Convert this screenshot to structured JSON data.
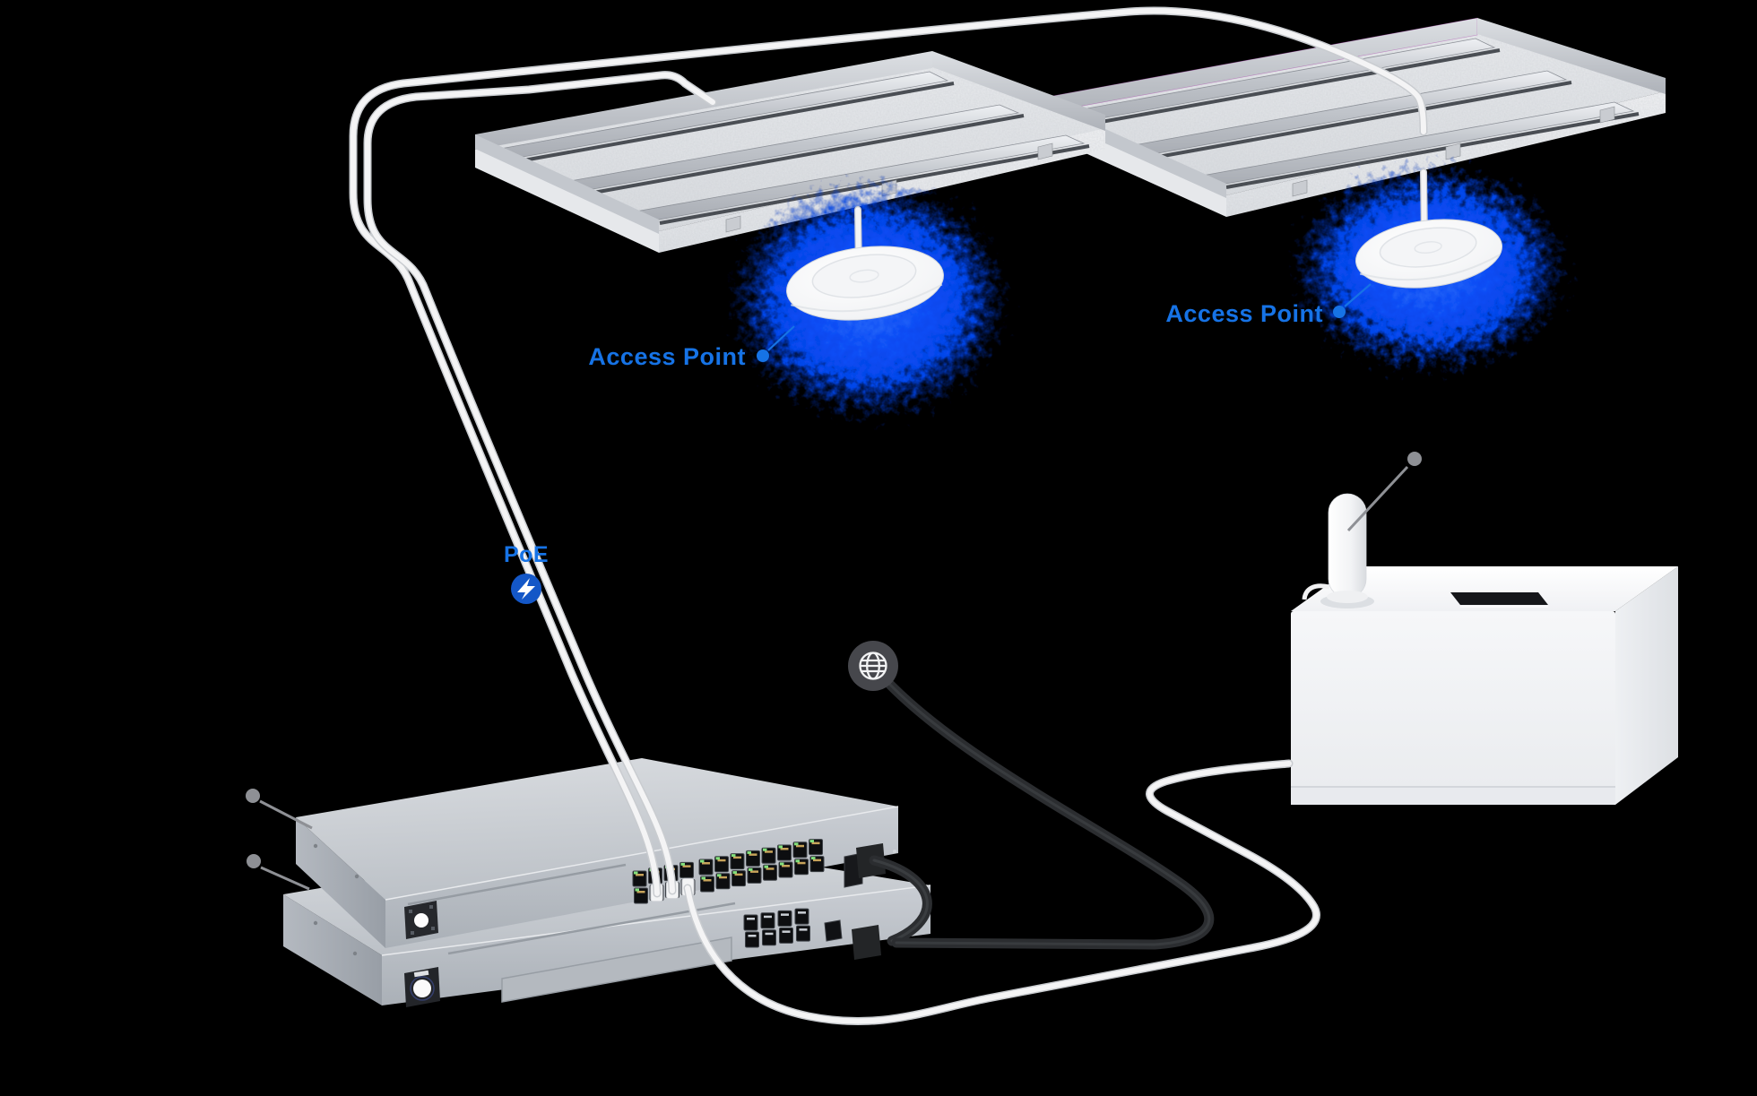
{
  "scene": {
    "type": "network-topology-illustration",
    "background": "#000000"
  },
  "labels": {
    "access_point_left": "Access Point",
    "access_point_right": "Access Point",
    "poe": "PoE"
  },
  "colors": {
    "accent_blue": "#1673e6",
    "poe_badge_blue": "#1457c7",
    "glow_blue": "#0b4df5",
    "callout_gray": "#8e9095",
    "internet_badge_gray": "#46474c",
    "cable_white": "#f4f4f5",
    "cable_black": "#2b2d30",
    "device_silver": "#c7ccd2",
    "box_white": "#f4f5f7"
  },
  "icons": [
    {
      "name": "poe-lightning-icon",
      "meaning": "Power over Ethernet injection point"
    },
    {
      "name": "internet-globe-icon",
      "meaning": "Internet uplink"
    }
  ]
}
